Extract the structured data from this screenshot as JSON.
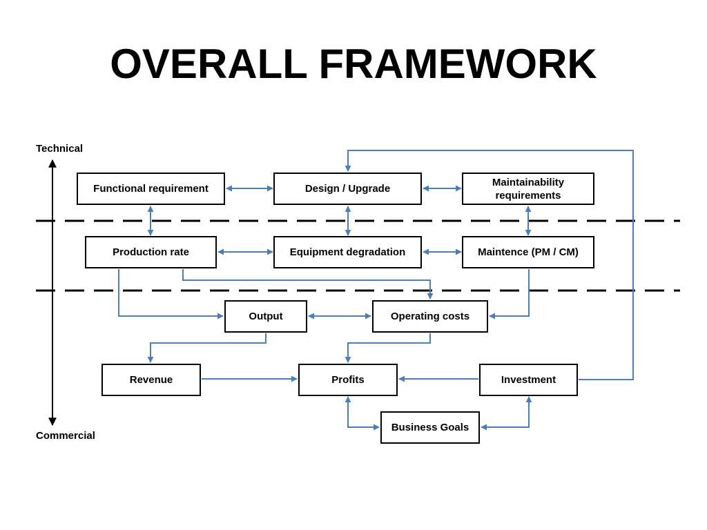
{
  "title": "OVERALL FRAMEWORK",
  "axis": {
    "top_label": "Technical",
    "bottom_label": "Commercial"
  },
  "nodes": {
    "functional_requirement": "Functional requirement",
    "design_upgrade": "Design / Upgrade",
    "maintainability_requirements": "Maintainability requirements",
    "production_rate": "Production rate",
    "equipment_degradation": "Equipment degradation",
    "maintenance": "Maintence  (PM / CM)",
    "output": "Output",
    "operating_costs": "Operating costs",
    "revenue": "Revenue",
    "profits": "Profits",
    "investment": "Investment",
    "business_goals": "Business Goals"
  },
  "colors": {
    "connector": "#4a7ebb",
    "box_border": "#000000",
    "divider": "#000000"
  }
}
